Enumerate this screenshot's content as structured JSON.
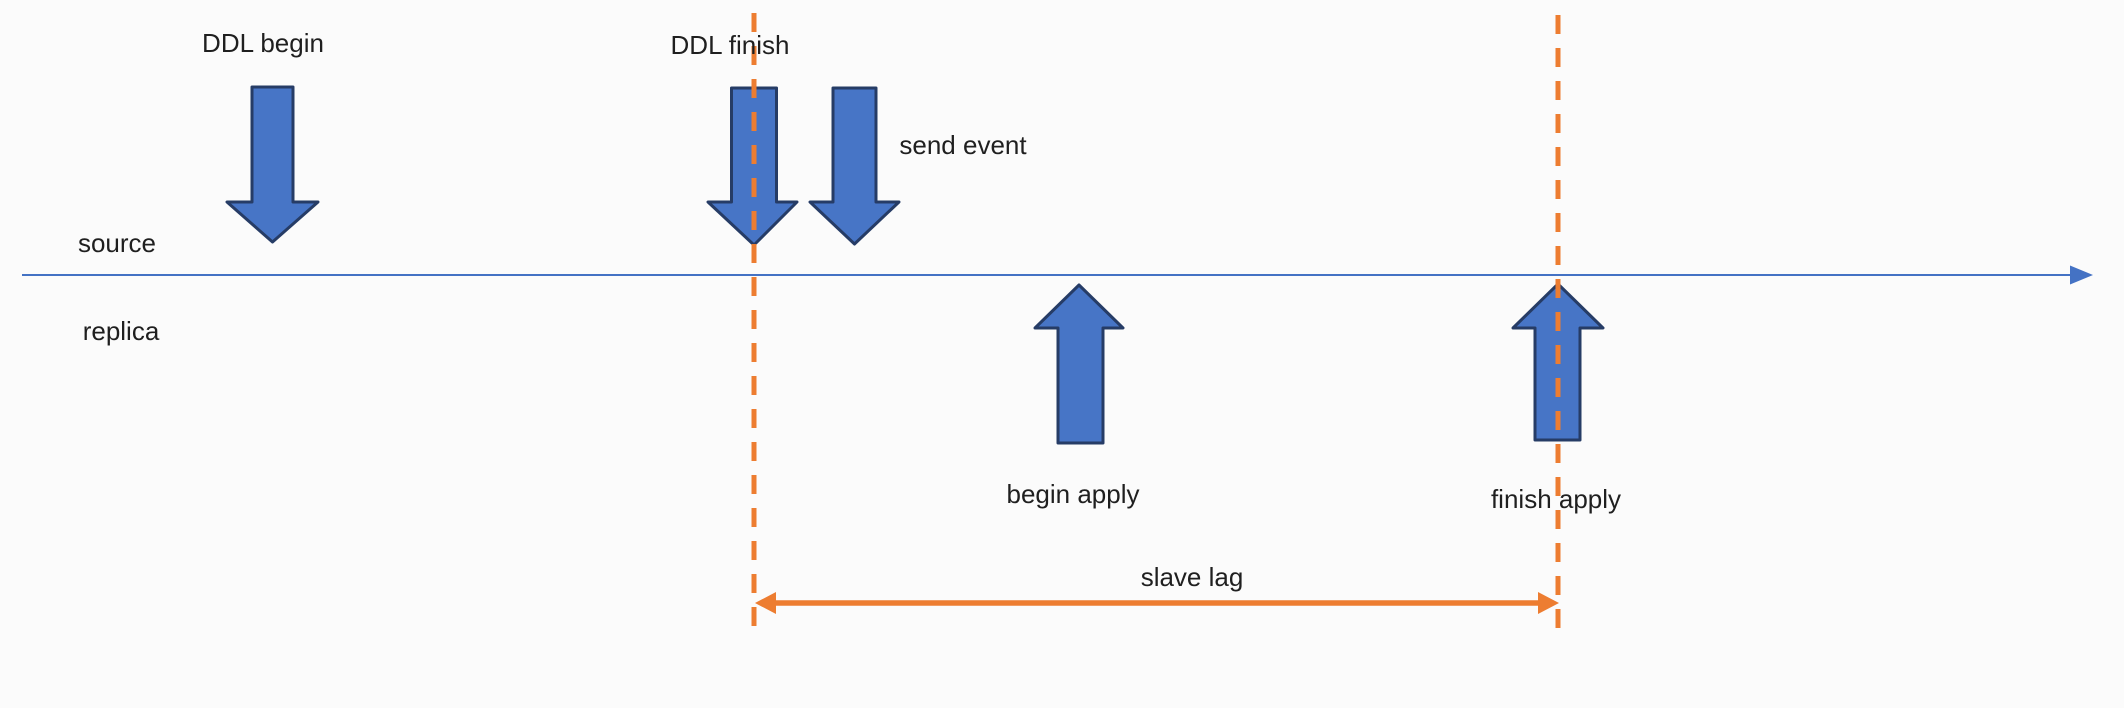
{
  "diagram": {
    "type": "replication-timeline",
    "lanes": {
      "top": "source",
      "bottom": "replica"
    },
    "events": [
      {
        "id": "ddl_begin",
        "lane": "source",
        "label": "DDL begin"
      },
      {
        "id": "ddl_finish",
        "lane": "source",
        "label": "DDL finish"
      },
      {
        "id": "send_event",
        "lane": "source",
        "label": "send event"
      },
      {
        "id": "begin_apply",
        "lane": "replica",
        "label": "begin apply"
      },
      {
        "id": "finish_apply",
        "lane": "replica",
        "label": "finish apply"
      }
    ],
    "measurement": {
      "label": "slave lag",
      "from": "ddl_finish",
      "to": "finish_apply"
    }
  },
  "labels": {
    "ddl_begin": "DDL begin",
    "ddl_finish": "DDL finish",
    "send_event": "send event",
    "source": "source",
    "replica": "replica",
    "begin_apply": "begin apply",
    "finish_apply": "finish apply",
    "slave_lag": "slave lag"
  },
  "colors": {
    "arrow_fill": "#4775C6",
    "arrow_stroke": "#263C66",
    "timeline": "#4472C4",
    "orange": "#ED7D31",
    "text": "#1F1F1F",
    "background": "#FBFBFB"
  }
}
